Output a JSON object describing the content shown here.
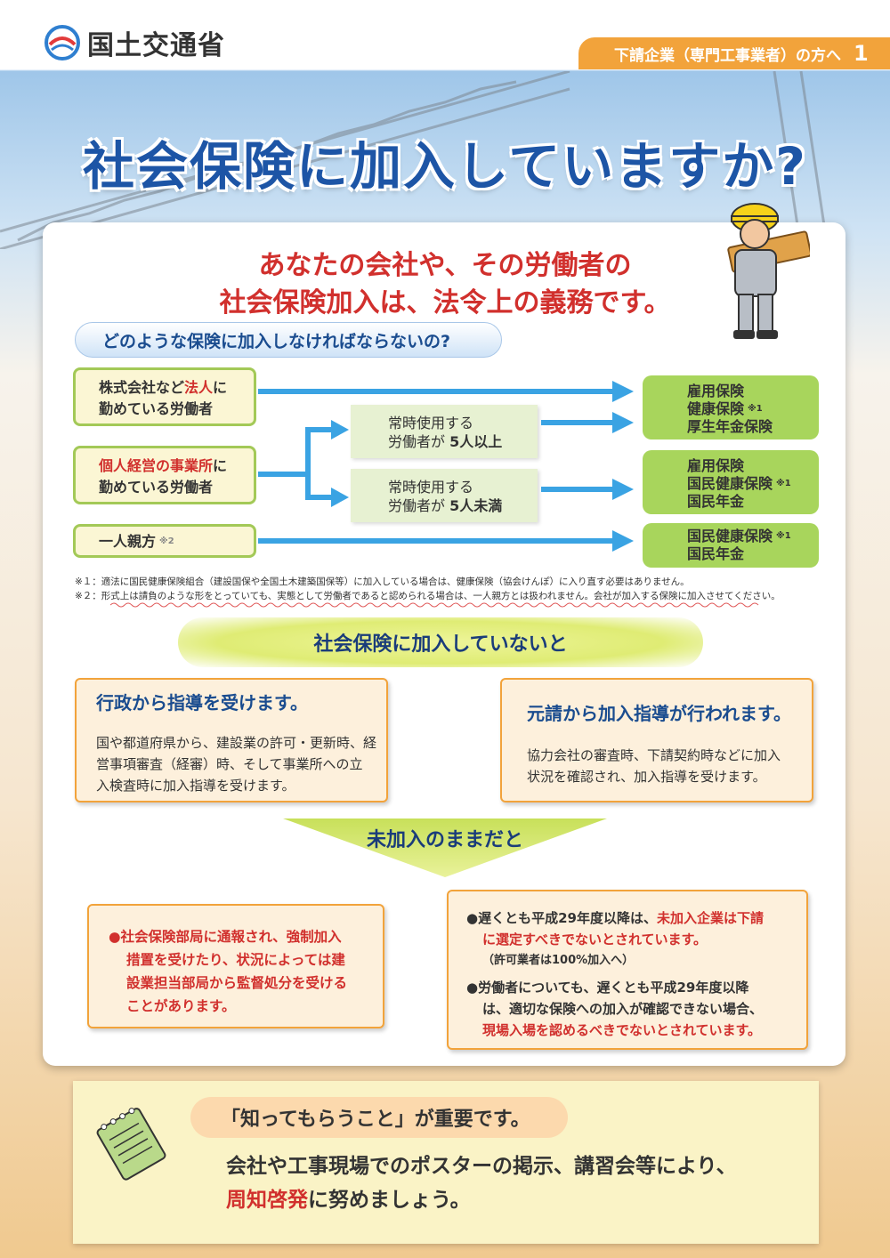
{
  "header": {
    "logo_text": "国土交通省",
    "tab_label": "下請企業（専門工事業者）の方へ",
    "page_number": "1"
  },
  "title": "社会保険に加入していますか?",
  "lead": {
    "line1": "あなたの会社や、その労働者の",
    "line2": "社会保険加入は、法令上の義務です。"
  },
  "question": "どのような保険に加入しなければならないの?",
  "left_boxes": {
    "corp": {
      "pre": "株式会社など",
      "hl": "法人",
      "post": "に",
      "line2": "勤めている労働者"
    },
    "sole": {
      "hl": "個人経営の事業所",
      "post": "に",
      "line2": "勤めている労働者"
    },
    "oyakata": {
      "label": "一人親方",
      "mark": "※2"
    }
  },
  "middle_boxes": {
    "over5": {
      "line1": "常時使用する",
      "line2_pre": "労働者が ",
      "line2_hl": "5人以上"
    },
    "under5": {
      "line1": "常時使用する",
      "line2_pre": "労働者が ",
      "line2_hl": "5人未満"
    }
  },
  "right_boxes": {
    "a": {
      "l1": "雇用保険",
      "l2": "健康保険",
      "l2_mark": "※1",
      "l3": "厚生年金保険"
    },
    "b": {
      "l1": "雇用保険",
      "l2": "国民健康保険",
      "l2_mark": "※1",
      "l3": "国民年金"
    },
    "c": {
      "l1": "国民健康保険",
      "l1_mark": "※1",
      "l2": "国民年金"
    }
  },
  "notes": {
    "n1": "※１：適法に国民健康保険組合（建設国保や全国土木建築国保等）に加入している場合は、健康保険（協会けんぽ）に入り直す必要はありません。",
    "n2": "※２：形式上は請負のような形をとっていても、実態として労働者であると認められる場合は、一人親方とは扱われません。会社が加入する保険に加入させてください。"
  },
  "banner": "社会保険に加入していないと",
  "gov": {
    "title": "行政から指導を受けます。",
    "l1": "国や都道府県から、建設業の許可・更新時、経",
    "l2": "営事項審査（経審）時、そして事業所への立",
    "l3": "入検査時に加入指導を受けます。"
  },
  "prime": {
    "title": "元請から加入指導が行われます。",
    "l1": "協力会社の審査時、下請契約時などに加入",
    "l2": "状況を確認され、加入指導を受けます。"
  },
  "chevron": "未加入のままだと",
  "result_left": {
    "l1": "●社会保険部局に通報され、強制加入",
    "l2": "措置を受けたり、状況によっては建",
    "l3": "設業担当部局から監督処分を受ける",
    "l4": "ことがあります。"
  },
  "result_right": {
    "a1_pre": "●遅くとも平成29年度以降は、",
    "a1_hl": "未加入企業は下請",
    "a2_hl": "に選定すべきでないとされています。",
    "a3": "（許可業者は100%加入へ）",
    "b1": "●労働者についても、遅くとも平成29年度以降",
    "b2": "は、適切な保険への加入が確認できない場合、",
    "b3_hl": "現場入場を認めるべきでないとされています。"
  },
  "tip": {
    "pill": "「知ってもらうこと」が重要です。",
    "l1": "会社や工事現場でのポスターの掲示、講習会等により、",
    "l2_hl": "周知啓発",
    "l2_post": "に努めましょう。"
  },
  "colors": {
    "title_blue": "#1d55a6",
    "accent_red": "#d1302d",
    "orange": "#f2a33b",
    "green": "#a8d55c",
    "arrow_blue": "#3aa3e3"
  }
}
